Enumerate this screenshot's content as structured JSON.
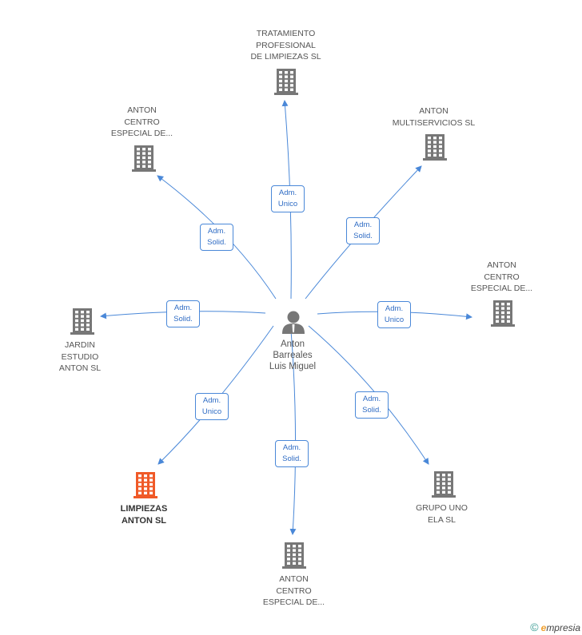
{
  "center": {
    "name": "Anton\nBarreales\nLuis Miguel"
  },
  "nodes": [
    {
      "id": "n1",
      "label": "TRATAMIENTO\nPROFESIONAL\nDE LIMPIEZAS SL",
      "highlight": false,
      "role": "Adm.\nUnico"
    },
    {
      "id": "n2",
      "label": "ANTON\nCENTRO\nESPECIAL DE...",
      "highlight": false,
      "role": "Adm.\nSolid."
    },
    {
      "id": "n3",
      "label": "ANTON\nMULTISERVICIOS SL",
      "highlight": false,
      "role": "Adm.\nSolid."
    },
    {
      "id": "n4",
      "label": "ANTON\nCENTRO\nESPECIAL DE...",
      "highlight": false,
      "role": "Adm.\nUnico"
    },
    {
      "id": "n5",
      "label": "JARDIN\nESTUDIO\nANTON SL",
      "highlight": false,
      "role": "Adm.\nSolid."
    },
    {
      "id": "n6",
      "label": "LIMPIEZAS\nANTON SL",
      "highlight": true,
      "role": "Adm.\nUnico"
    },
    {
      "id": "n7",
      "label": "ANTON\nCENTRO\nESPECIAL DE...",
      "highlight": false,
      "role": "Adm.\nSolid."
    },
    {
      "id": "n8",
      "label": "GRUPO UNO\nELA SL",
      "highlight": false,
      "role": "Adm.\nSolid."
    }
  ],
  "colors": {
    "edge": "#4a88d8",
    "building": "#777777",
    "building_highlight": "#f05a28",
    "person": "#777777"
  },
  "footer": {
    "copyright_symbol": "©",
    "brand_first": "e",
    "brand_rest": "mpresia"
  }
}
